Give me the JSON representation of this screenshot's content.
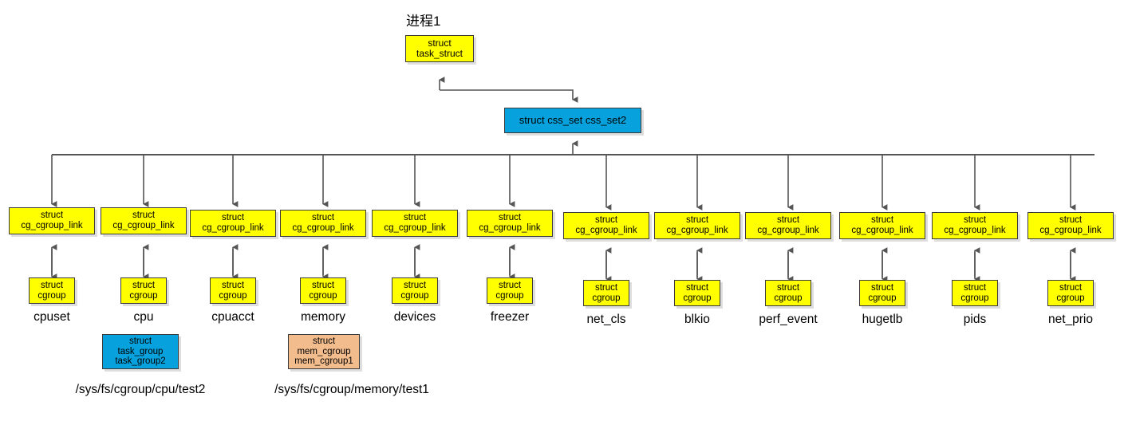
{
  "diagram": {
    "title": "进程1",
    "task_struct": {
      "line1": "struct",
      "line2": "task_struct"
    },
    "css_set": {
      "line1": "struct css_set css_set2"
    },
    "link_label": {
      "line1": "struct",
      "line2": "cg_cgroup_link"
    },
    "cgroup_label": {
      "line1": "struct",
      "line2": "cgroup"
    },
    "subsystems": [
      {
        "name": "cpuset"
      },
      {
        "name": "cpu"
      },
      {
        "name": "cpuacct"
      },
      {
        "name": "memory"
      },
      {
        "name": "devices"
      },
      {
        "name": "freezer"
      },
      {
        "name": "net_cls"
      },
      {
        "name": "blkio"
      },
      {
        "name": "perf_event"
      },
      {
        "name": "hugetlb"
      },
      {
        "name": "pids"
      },
      {
        "name": "net_prio"
      }
    ],
    "task_group": {
      "line1": "struct",
      "line2": "task_group",
      "line3": "task_group2"
    },
    "mem_cgroup": {
      "line1": "struct",
      "line2": "mem_cgroup",
      "line3": "mem_cgroup1"
    },
    "paths": {
      "cpu_test2": "/sys/fs/cgroup/cpu/test2",
      "memory_test1": "/sys/fs/cgroup/memory/test1"
    },
    "colors": {
      "yellow": "#ffff00",
      "blue": "#07a2dd",
      "orange": "#f2bc8d",
      "stroke": "#555555",
      "border": "#3b3b3b"
    }
  }
}
